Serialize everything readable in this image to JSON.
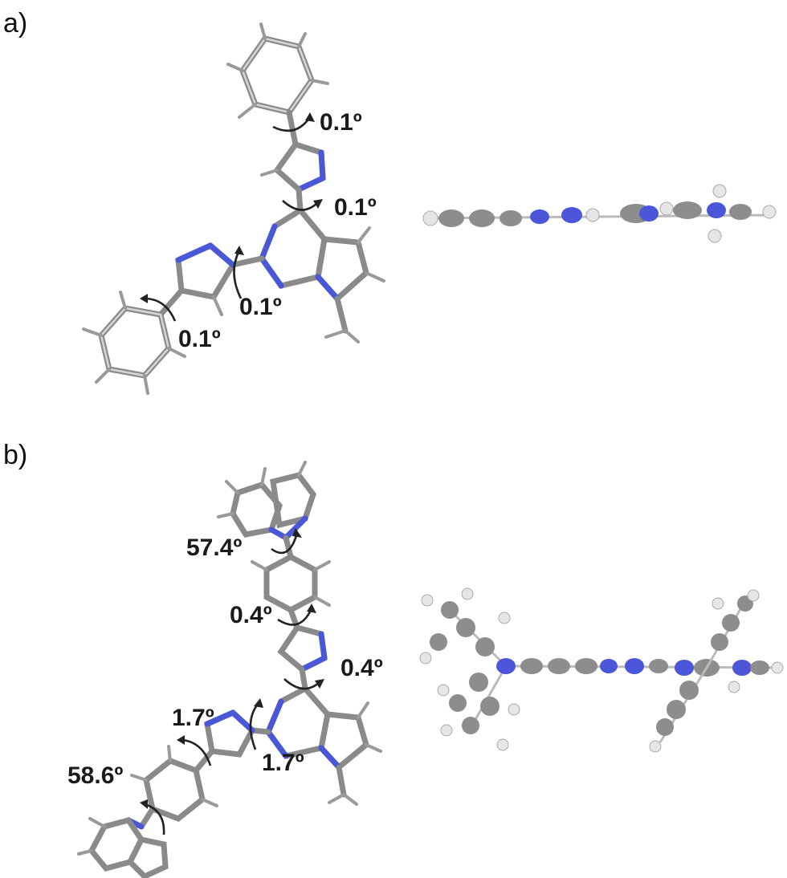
{
  "panels": [
    {
      "label": "a)",
      "angles": [
        "0.1º",
        "0.1º",
        "0.1º",
        "0.1º"
      ]
    },
    {
      "label": "b)",
      "angles": [
        "57.4º",
        "0.4º",
        "0.4º",
        "1.7º",
        "1.7º",
        "58.6º"
      ]
    }
  ],
  "colors": {
    "carbon": "#8a8a8a",
    "nitrogen": "#4a57d6",
    "hydrogen": "#e6e6e6",
    "arrow": "#222222"
  }
}
